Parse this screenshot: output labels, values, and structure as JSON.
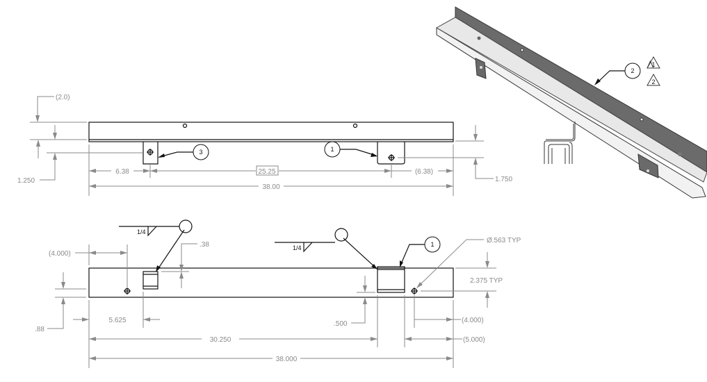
{
  "top_view": {
    "dim_flange_height": "(2.0)",
    "dim_left_tab_hole": "1.250",
    "dim_left_offset": "6.38",
    "dim_tab_spacing": "25.25",
    "dim_right_offset": "(6.38)",
    "dim_overall_length": "38.00",
    "dim_right_tab_hole": "1.750",
    "balloon_left": "3",
    "balloon_right": "1"
  },
  "bottom_view": {
    "weld_left": "1/4",
    "weld_right": "1/4",
    "dim_left_hole": "(4.000)",
    "dim_weld_offset": ".38",
    "dim_hole_edge": ".88",
    "dim_block_position": "5.625",
    "dim_block_edge": ".500",
    "dim_block_distance": "30.250",
    "dim_overall_length": "38.000",
    "hole_callout": "Ø.563 TYP",
    "dim_hole_spacing": "2.375 TYP",
    "dim_right_hole": "(4.000)",
    "dim_right_block": "(5.000)",
    "balloon": "1"
  },
  "iso_view": {
    "balloon": "2",
    "revision_flags": [
      "1",
      "2"
    ]
  }
}
